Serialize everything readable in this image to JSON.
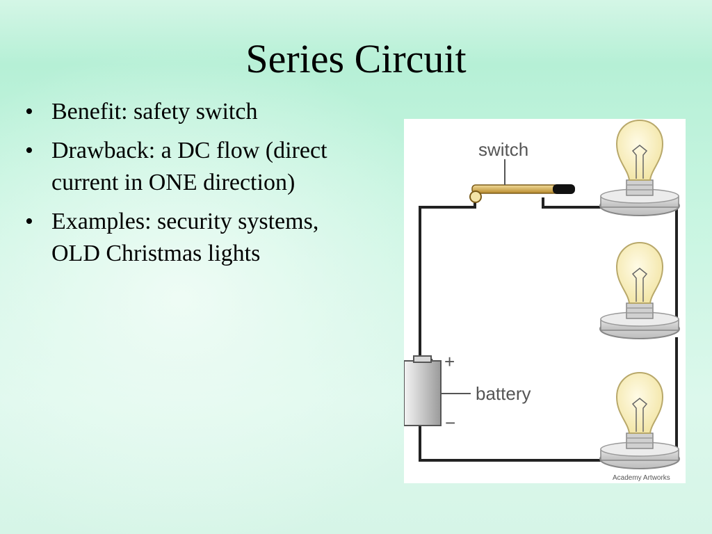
{
  "slide": {
    "title": "Series Circuit",
    "bullets": [
      {
        "text": "Benefit: safety switch"
      },
      {
        "text": "Drawback: a DC flow (direct current in ONE direction)"
      },
      {
        "text": "Examples: security systems, OLD Christmas lights"
      }
    ]
  },
  "diagram": {
    "switch_label": "switch",
    "battery_label": "battery",
    "plus_sign": "+",
    "minus_sign": "−",
    "credit": "Academy Artworks"
  }
}
